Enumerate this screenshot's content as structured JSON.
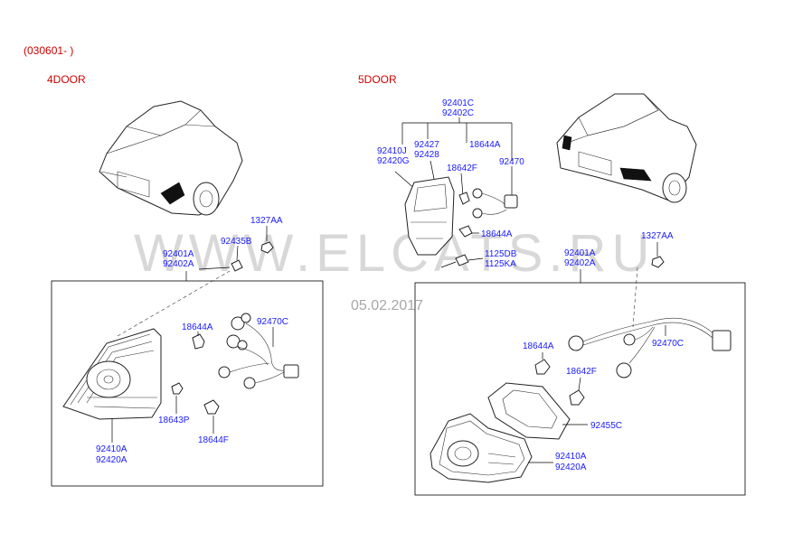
{
  "header": {
    "date_range": "(030601- )",
    "section_4door": "4DOOR",
    "section_5door": "5DOOR"
  },
  "watermark": {
    "text": "WWW.ELCATS.RU",
    "date": "05.02.2017"
  },
  "left": {
    "p1327AA": "1327AA",
    "p92435B": "92435B",
    "p92401A": "92401A",
    "p92402A": "92402A",
    "p18644A": "18644A",
    "p92470C": "92470C",
    "p18643P": "18643P",
    "p18644F": "18644F",
    "p92410A": "92410A",
    "p92420A": "92420A"
  },
  "right": {
    "p92401C": "92401C",
    "p92402C": "92402C",
    "p92410J": "92410J",
    "p92420G": "92420G",
    "p92427": "92427",
    "p92428": "92428",
    "p18644A_top": "18644A",
    "p18642F_top": "18642F",
    "p92470": "92470",
    "p18644A_mid": "18644A",
    "p1125DB": "1125DB",
    "p1125KA": "1125KA",
    "p92401A": "92401A",
    "p92402A": "92402A",
    "p1327AA": "1327AA",
    "p18644A_low": "18644A",
    "p92470C": "92470C",
    "p18642F_low": "18642F",
    "p92455C": "92455C",
    "p92410A": "92410A",
    "p92420A": "92420A"
  },
  "colors": {
    "header": "#d00000",
    "part_number": "#1a1aff",
    "line": "#000000"
  }
}
